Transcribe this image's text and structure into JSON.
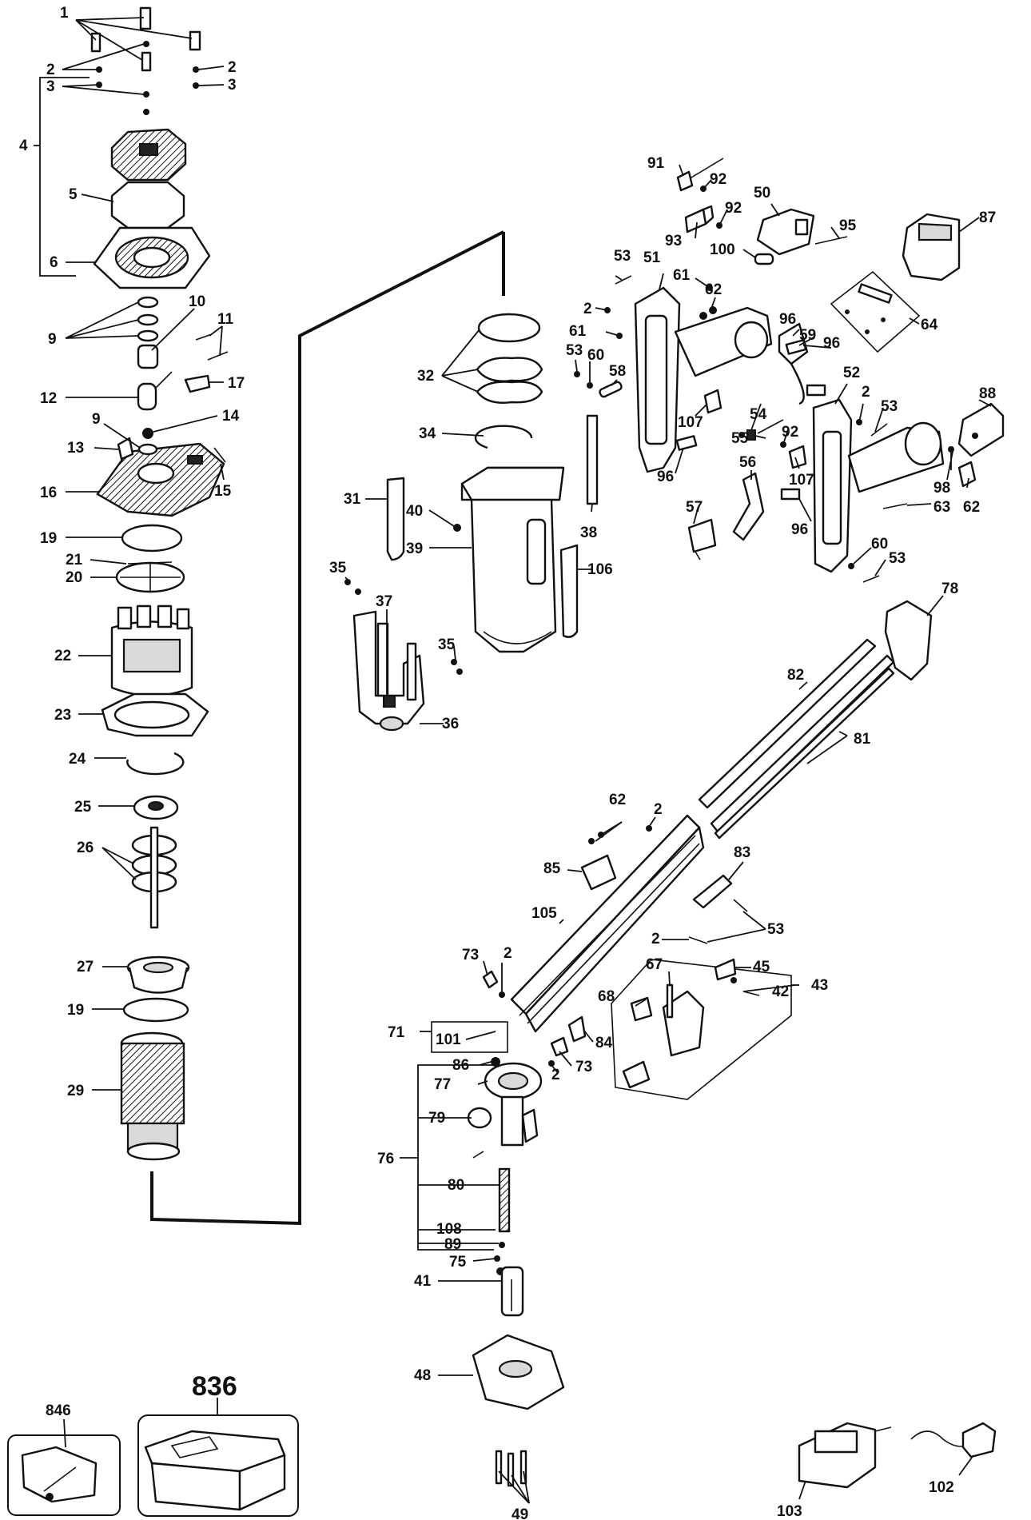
{
  "callouts": {
    "c1": "1",
    "c2": "2",
    "c3": "3",
    "c4": "4",
    "c5": "5",
    "c6": "6",
    "c9": "9",
    "c10": "10",
    "c11": "11",
    "c12": "12",
    "c13": "13",
    "c14": "14",
    "c15": "15",
    "c16": "16",
    "c17": "17",
    "c19": "19",
    "c20": "20",
    "c21": "21",
    "c22": "22",
    "c23": "23",
    "c24": "24",
    "c25": "25",
    "c26": "26",
    "c27": "27",
    "c29": "29",
    "c31": "31",
    "c32": "32",
    "c34": "34",
    "c35": "35",
    "c36": "36",
    "c37": "37",
    "c38": "38",
    "c39": "39",
    "c40": "40",
    "c41": "41",
    "c42": "42",
    "c43": "43",
    "c45": "45",
    "c48": "48",
    "c49": "49",
    "c50": "50",
    "c51": "51",
    "c52": "52",
    "c53": "53",
    "c54": "54",
    "c55": "55",
    "c56": "56",
    "c57": "57",
    "c58": "58",
    "c59": "59",
    "c60": "60",
    "c61": "61",
    "c62": "62",
    "c63": "63",
    "c64": "64",
    "c67": "67",
    "c68": "68",
    "c71": "71",
    "c73": "73",
    "c75": "75",
    "c76": "76",
    "c77": "77",
    "c78": "78",
    "c79": "79",
    "c80": "80",
    "c81": "81",
    "c82": "82",
    "c83": "83",
    "c84": "84",
    "c85": "85",
    "c86": "86",
    "c87": "87",
    "c88": "88",
    "c89": "89",
    "c91": "91",
    "c92": "92",
    "c93": "93",
    "c95": "95",
    "c96": "96",
    "c98": "98",
    "c100": "100",
    "c101": "101",
    "c102": "102",
    "c103": "103",
    "c105": "105",
    "c106": "106",
    "c107": "107",
    "c108": "108",
    "c836": "836",
    "c846": "846"
  }
}
